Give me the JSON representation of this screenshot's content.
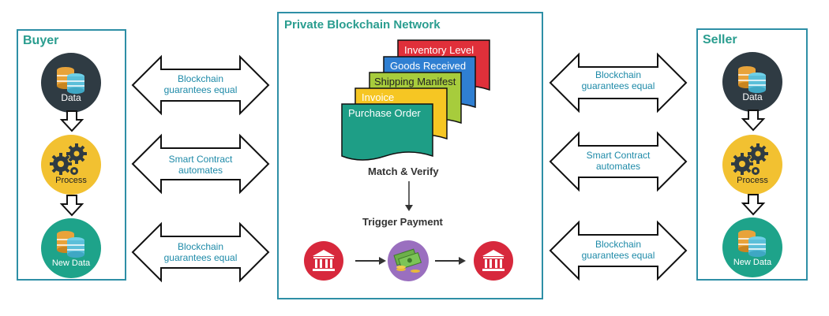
{
  "buyer": {
    "title": "Buyer",
    "data_label": "Data",
    "process_label": "Process",
    "new_data_label": "New Data"
  },
  "seller": {
    "title": "Seller",
    "data_label": "Data",
    "process_label": "Process",
    "new_data_label": "New Data"
  },
  "network": {
    "title": "Private Blockchain Network",
    "documents": [
      "Inventory Level",
      "Goods Received",
      "Shipping Manifest",
      "Invoice",
      "Purchase Order"
    ],
    "match_label": "Match & Verify",
    "trigger_label": "Trigger Payment"
  },
  "arrows_left": [
    {
      "line1": "Blockchain",
      "line2": "guarantees equal"
    },
    {
      "line1": "Smart Contract",
      "line2": "automates"
    },
    {
      "line1": "Blockchain",
      "line2": "guarantees equal"
    }
  ],
  "arrows_right": [
    {
      "line1": "Blockchain",
      "line2": "guarantees equal"
    },
    {
      "line1": "Smart Contract",
      "line2": "automates"
    },
    {
      "line1": "Blockchain",
      "line2": "guarantees equal"
    }
  ],
  "icons": [
    "database-icon",
    "gears-icon",
    "bank-icon",
    "money-icon"
  ],
  "colors": {
    "border": "#2e8fa6",
    "title": "#2a9d8f",
    "arrow_text": "#1e8aa8",
    "doc_red": "#e0303a",
    "doc_blue": "#2f7fd2",
    "doc_green": "#a7cc3c",
    "doc_yellow": "#f6c623",
    "doc_teal": "#1e9e86",
    "bank_red": "#d7283c",
    "money_purple": "#9a6fbf"
  }
}
